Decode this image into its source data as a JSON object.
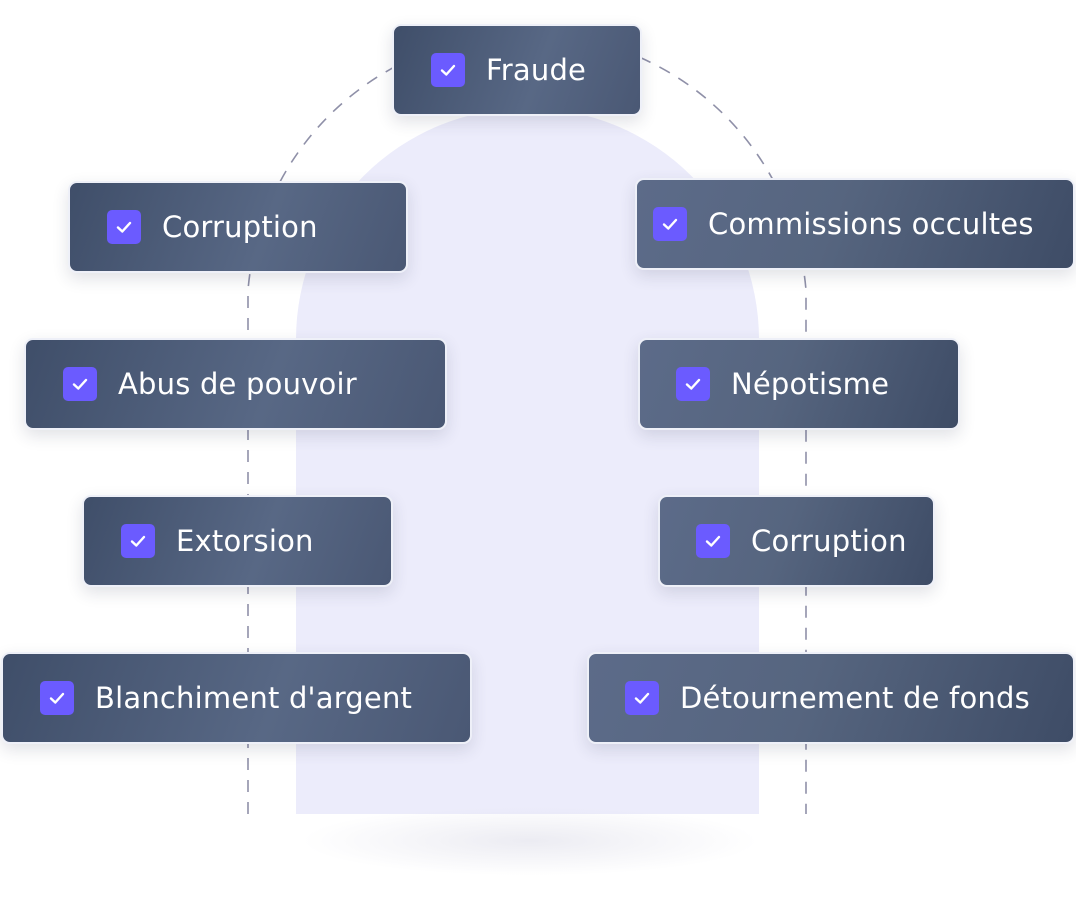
{
  "accent_color": "#6b5bff",
  "tags": [
    {
      "id": "fraude",
      "label": "Fraude",
      "checked": true
    },
    {
      "id": "corruption-left",
      "label": "Corruption",
      "checked": true
    },
    {
      "id": "commissions-occultes",
      "label": "Commissions occultes",
      "checked": true
    },
    {
      "id": "abus-de-pouvoir",
      "label": "Abus de pouvoir",
      "checked": true
    },
    {
      "id": "nepotisme",
      "label": "Népotisme",
      "checked": true
    },
    {
      "id": "extorsion",
      "label": "Extorsion",
      "checked": true
    },
    {
      "id": "corruption-right",
      "label": "Corruption",
      "checked": true
    },
    {
      "id": "blanchiment-d-argent",
      "label": "Blanchiment d'argent",
      "checked": true
    },
    {
      "id": "detournement-de-fonds",
      "label": "Détournement de fonds",
      "checked": true
    }
  ]
}
